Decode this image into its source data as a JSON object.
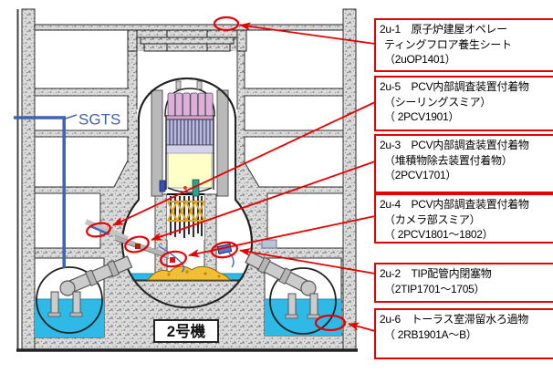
{
  "unit_label": "2号機",
  "sgts_label": "SGTS",
  "colors": {
    "callout_red": "#e60000",
    "water_cyan": "#2fb9e6",
    "sgts_blue": "#3f63ae",
    "debris_yellow": "#f0bf35",
    "concrete_gray": "#dcdcdc"
  },
  "callouts": [
    {
      "id": "2u-1",
      "lines": [
        "2u-1　原子炉建屋オペレー",
        "ティングフロア養生シート",
        "（2uOP1401）"
      ]
    },
    {
      "id": "2u-5",
      "lines": [
        "2u-5　PCV内部調査装置付着物",
        "（シーリングスミア）",
        "（ 2PCV1901）"
      ]
    },
    {
      "id": "2u-3",
      "lines": [
        "2u-3　PCV内部調査装置付着物",
        "（堆積物除去装置付着物）",
        "（2PCV1701）"
      ]
    },
    {
      "id": "2u-4",
      "lines": [
        "2u-4　PCV内部調査装置付着物",
        "（カメラ部スミア）",
        "（ 2PCV1801～1802）"
      ]
    },
    {
      "id": "2u-2",
      "lines": [
        "2u-2　TIP配管内閉塞物",
        "（2TIP1701～1705）"
      ]
    },
    {
      "id": "2u-6",
      "lines": [
        "2u-6　トーラス室滞留水ろ過物",
        "（ 2RB1901A～B）"
      ]
    }
  ]
}
